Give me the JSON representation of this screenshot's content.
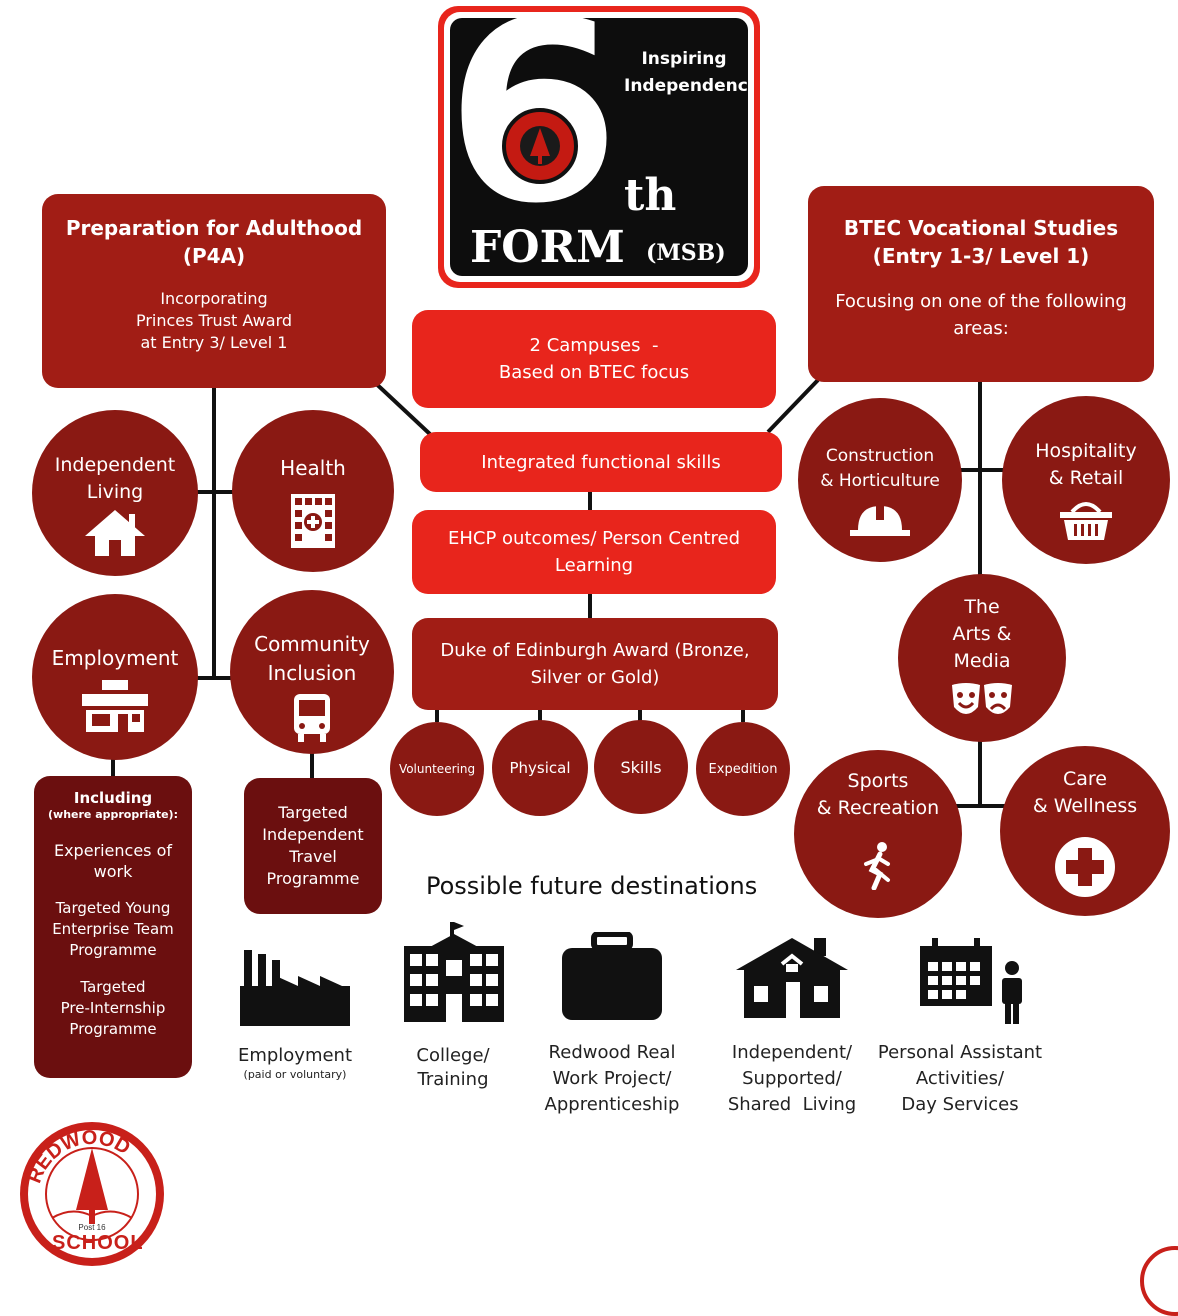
{
  "logo": {
    "big_digit": "6",
    "th": "th",
    "form": "FORM",
    "msb": "(MSB)",
    "tagline": [
      "Inspiring",
      "Independence"
    ]
  },
  "p4a": {
    "title": [
      "Preparation for Adulthood",
      "(P4A)"
    ],
    "sub": [
      "Incorporating",
      "Princes Trust Award",
      "at Entry 3/ Level 1"
    ]
  },
  "btec": {
    "title": [
      "BTEC Vocational Studies",
      "(Entry 1-3/ Level 1)"
    ],
    "sub": [
      "Focusing on one of the following",
      "areas:"
    ]
  },
  "center": {
    "campuses": [
      "2 Campuses  -",
      "Based on BTEC focus"
    ],
    "functional": "Integrated functional skills",
    "ehcp": [
      "EHCP outcomes/ Person Centred",
      "Learning"
    ],
    "doe": [
      "Duke of Edinburgh Award (Bronze,",
      "Silver or Gold)"
    ]
  },
  "doe_items": [
    "Volunteering",
    "Physical",
    "Skills",
    "Expedition"
  ],
  "p4a_circles": {
    "independent": [
      "Independent",
      "Living"
    ],
    "health": "Health",
    "employment": "Employment",
    "community": [
      "Community",
      "Inclusion"
    ]
  },
  "btec_circles": {
    "construction": [
      "Construction",
      "& Horticulture"
    ],
    "hospitality": [
      "Hospitality",
      "& Retail"
    ],
    "arts": [
      "The",
      "Arts &",
      "Media"
    ],
    "sports": [
      "Sports",
      "& Recreation"
    ],
    "care": [
      "Care",
      "& Wellness"
    ]
  },
  "including": {
    "title": "Including",
    "subtitle": "(where appropriate):",
    "items": [
      [
        "Experiences of",
        "work"
      ],
      [
        "Targeted Young",
        "Enterprise Team",
        "Programme"
      ],
      [
        "Targeted",
        "Pre-Internship",
        "Programme"
      ]
    ]
  },
  "travel": [
    "Targeted",
    "Independent",
    "Travel",
    "Programme"
  ],
  "destinations": {
    "heading": "Possible future destinations",
    "items": [
      {
        "lines": [
          "Employment"
        ],
        "sub": "(paid or voluntary)",
        "icon": "factory-icon"
      },
      {
        "lines": [
          "College/",
          "Training"
        ],
        "icon": "college-icon"
      },
      {
        "lines": [
          "Redwood Real",
          "Work Project/",
          "Apprenticeship"
        ],
        "icon": "briefcase-icon"
      },
      {
        "lines": [
          "Independent/",
          "Supported/",
          "Shared  Living"
        ],
        "icon": "house-icon"
      },
      {
        "lines": [
          "Personal Assistant",
          "Activities/",
          "Day Services"
        ],
        "icon": "calendar-person-icon"
      }
    ]
  },
  "badge": {
    "top": "REDWOOD",
    "bottom": "SCHOOL",
    "post": "Post 16"
  },
  "colors": {
    "dark_red": "#a11d15",
    "bright_red": "#e8251c",
    "maroon": "#6b0f0f",
    "circle": "#8a1913"
  }
}
